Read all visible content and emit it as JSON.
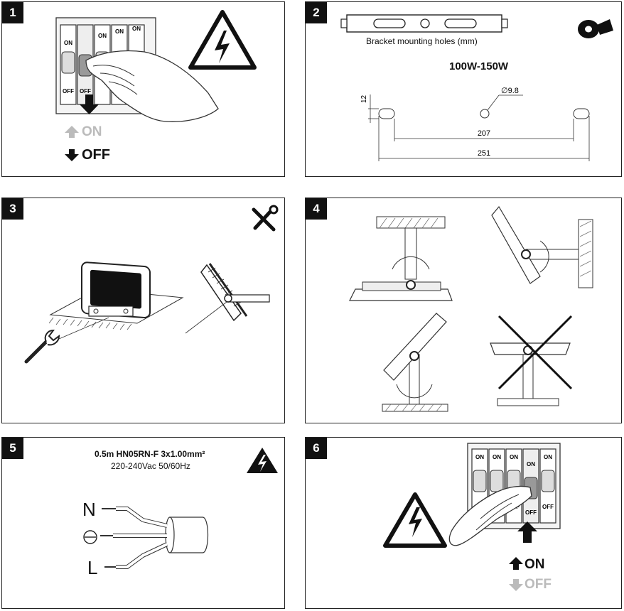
{
  "steps": [
    {
      "number": "1",
      "on_label": "ON",
      "off_label": "OFF",
      "breaker_on": "ON",
      "breaker_off": "OFF"
    },
    {
      "number": "2",
      "caption": "Bracket mounting holes (mm)",
      "model": "100W-150W",
      "dim_height": "12",
      "dim_hole": "∅9.8",
      "dim_inner": "207",
      "dim_outer": "251"
    },
    {
      "number": "3"
    },
    {
      "number": "4"
    },
    {
      "number": "5",
      "cable_spec": "0.5m HN05RN-F 3x1.00mm²",
      "voltage": "220-240Vac 50/60Hz",
      "wire_n": "N",
      "wire_l": "L"
    },
    {
      "number": "6",
      "on_label": "ON",
      "off_label": "OFF",
      "breaker_on": "ON",
      "breaker_off": "OFF"
    }
  ],
  "colors": {
    "border": "#222222",
    "badge": "#111111",
    "muted": "#bbbbbb"
  }
}
